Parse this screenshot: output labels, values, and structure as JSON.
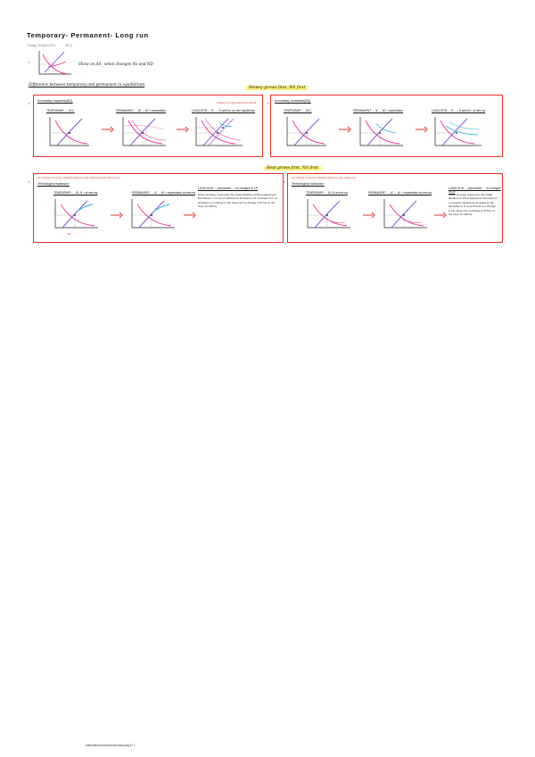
{
  "header": {
    "title": "Temporary- Permanent- Long run",
    "date": "Friday, 26 April 2024",
    "time": "09:11"
  },
  "intro": {
    "graph_note": "Show on AS_ when changes Ns and ND",
    "difference_note": "Difference between temporary and permanent in equilibrium"
  },
  "sections": {
    "money_first": "Money grows first, NS first",
    "rest_first": "Rest grows first, NS first"
  },
  "boxes": {
    "top_left": {
      "title": "In monetary expansion(AD):",
      "temporary": "TEMPORARY → N·K₁",
      "permanent": "PERMANENT → N′ → M′ = expectation",
      "long_run": "LONG-RUN → P↑ → N and M= at new equilibrium",
      "annotation": "Change in money demand N and M"
    },
    "top_right": {
      "title": "In monetary contraction(AD):",
      "temporary": "TEMPORARY → N·K₁",
      "permanent": "PERMANENT → N′ → M′ = expectation",
      "long_run": "LONG-RUN → P↓ → N and M = at new eq"
    },
    "bottom_left": {
      "note": "LD: change in income / AS(LD)/ AD(curve LD) / AS(curve)/ NS both curves",
      "title": "Technological expansion:",
      "temporary": "TEMPORARY → W, N = at new eq",
      "permanent": "PERMANENT → N′ → M′ = expectation at new eq",
      "long_run": "LONG-RUN → permanent → no changes in LR",
      "paragraph": "Since we have returned to the initial situation of full employment. Permanent = Long run (Follow an increase in N, increase in P, so as there's no change in Ns, there isn't a change in Pi bec in the long run either)."
    },
    "bottom_right": {
      "note": "LD: change in income / AS(LD)/ AD(curve LD) / AS(curve)",
      "title": "Technological contraction:",
      "temporary": "TEMPORARY → W, N at new eq",
      "permanent": "PERMANENT → N′ → M′ = expectation at new eq",
      "long_run": "LONG-RUN → permanent → no changes in LR",
      "paragraph": "Since we have returned to the initial situation of full employment. Permanent = Long run (Follow an increase in Ns, decrease in P, so as there's no change in Ns, there isn't a change in Pi bec in the long run either)."
    }
  },
  "footer": {
    "text": "International macroeconomics pág 5 / 1"
  },
  "colors": {
    "red_box": "#e4322b",
    "pink_curve": "#e8369a",
    "purple_curve": "#7a4fd6",
    "cyan_curve": "#20b4d6",
    "highlight": "#fff27a"
  }
}
